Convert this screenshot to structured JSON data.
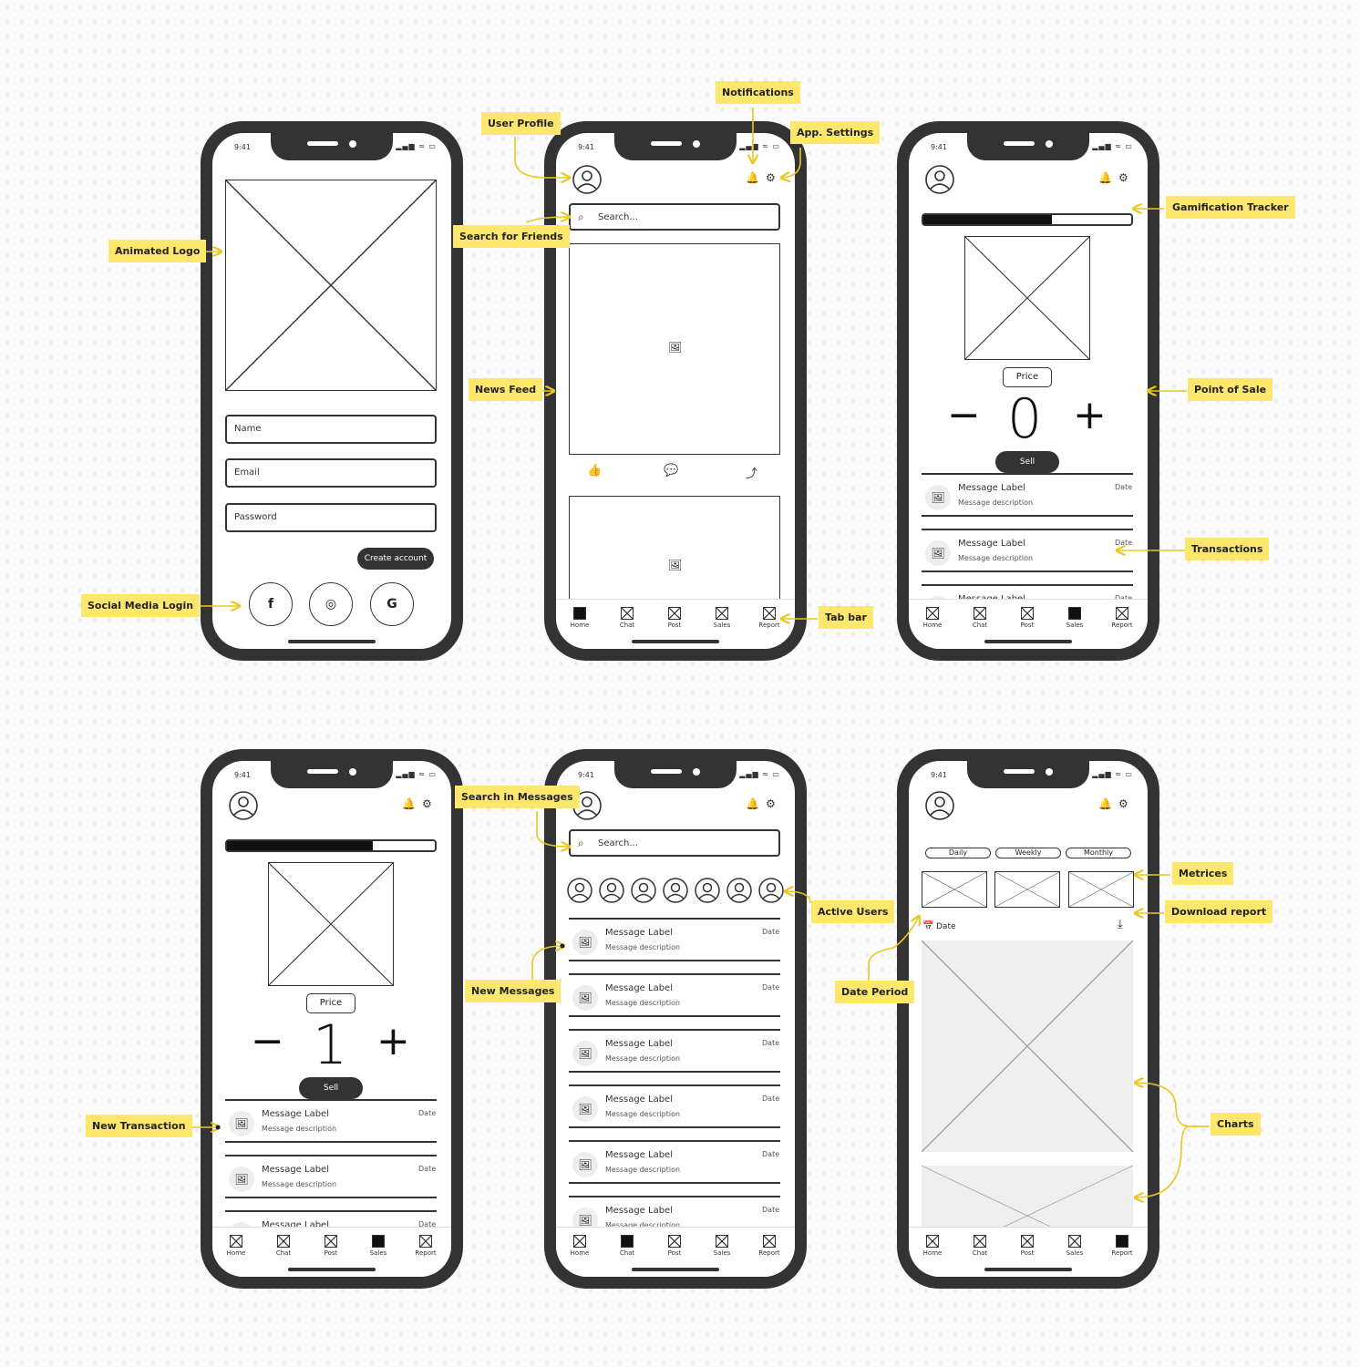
{
  "status": {
    "time": "9:41",
    "icons": "▂▄▆ ≈ ▭"
  },
  "tabs": [
    "Home",
    "Chat",
    "Post",
    "Sales",
    "Report"
  ],
  "login": {
    "fields": [
      {
        "placeholder": "Name"
      },
      {
        "placeholder": "Email"
      },
      {
        "placeholder": "Password"
      }
    ],
    "create_account": "Create account",
    "social": [
      "f",
      "◎",
      "G"
    ]
  },
  "feed": {
    "search_placeholder": "Search...",
    "reactions": [
      "👍",
      "💬",
      "⤴"
    ]
  },
  "pos": {
    "price_label": "Price",
    "minus": "−",
    "plus": "+",
    "sell_label": "Sell",
    "screen3_quantity": "0",
    "screen4_quantity": "1",
    "screen3_tracker_fraction": 0.62,
    "screen4_tracker_fraction": 0.7
  },
  "message": {
    "label": "Message Label",
    "description": "Message description",
    "date": "Date"
  },
  "messages": {
    "search_placeholder": "Search..."
  },
  "report": {
    "periods": [
      "Daily",
      "Weekly",
      "Monthly"
    ],
    "date_label": "Date"
  },
  "annotations": {
    "animated_logo": "Animated Logo",
    "social_media_login": "Social Media Login",
    "user_profile": "User Profile",
    "notifications": "Notifications",
    "app_settings": "App. Settings",
    "search_for_friends": "Search for Friends",
    "news_feed": "News Feed",
    "tab_bar": "Tab bar",
    "gamification_tracker": "Gamification Tracker",
    "point_of_sale": "Point of Sale",
    "transactions": "Transactions",
    "new_transaction": "New Transaction",
    "search_in_messages": "Search in Messages",
    "active_users": "Active Users",
    "new_messages": "New Messages",
    "metrices": "Metrices",
    "download_report": "Download report",
    "date_period": "Date Period",
    "charts": "Charts"
  },
  "colors": {
    "accent": "#fde76c",
    "phone": "#333333",
    "chart_bg": "#efefef"
  }
}
